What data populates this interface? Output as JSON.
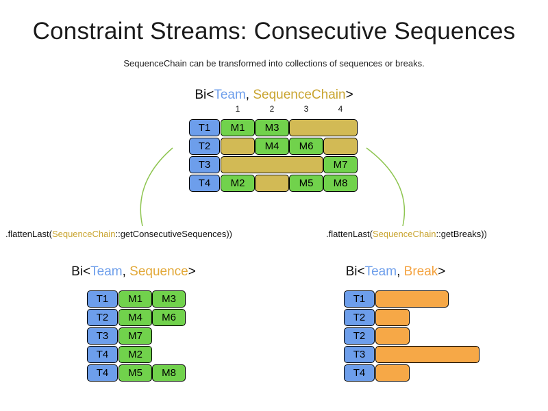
{
  "title": "Constraint Streams: Consecutive Sequences",
  "subtitle": "SequenceChain can be transformed into collections of sequences or breaks.",
  "colors": {
    "team_blue": "#6d9eeb",
    "task_green": "#71d24c",
    "chain_yellow": "#d2ba55",
    "break_orange": "#f6a847",
    "arc_green": "#8ec550",
    "sequence_chain_gold": "#c9a42f",
    "sequence_gold": "#e2a838",
    "break_label_orange": "#f4a340"
  },
  "top": {
    "header": {
      "prefix": "Bi<",
      "team": "Team",
      "comma": ", ",
      "type": "SequenceChain",
      "suffix": ">"
    },
    "columns": [
      "1",
      "2",
      "3",
      "4"
    ],
    "rows": [
      {
        "team": "T1",
        "a": "M1",
        "b": "M3"
      },
      {
        "team": "T2",
        "a": "M4",
        "b": "M6"
      },
      {
        "team": "T3",
        "a": "M7"
      },
      {
        "team": "T4",
        "a": "M2",
        "b": "M5",
        "c": "M8"
      }
    ]
  },
  "left": {
    "transform": {
      "pre": ".flattenLast(",
      "type": "SequenceChain",
      "post": "::getConsecutiveSequences))"
    },
    "header": {
      "prefix": "Bi<",
      "team": "Team",
      "comma": ", ",
      "type": "Sequence",
      "suffix": ">"
    },
    "rows": [
      {
        "team": "T1",
        "tasks": [
          "M1",
          "M3"
        ]
      },
      {
        "team": "T2",
        "tasks": [
          "M4",
          "M6"
        ]
      },
      {
        "team": "T3",
        "tasks": [
          "M7"
        ]
      },
      {
        "team": "T4",
        "tasks": [
          "M2"
        ]
      },
      {
        "team": "T4",
        "tasks": [
          "M5",
          "M8"
        ]
      }
    ]
  },
  "right": {
    "transform": {
      "pre": ".flattenLast(",
      "type": "SequenceChain",
      "post": "::getBreaks))"
    },
    "header": {
      "prefix": "Bi<",
      "team": "Team",
      "comma": ", ",
      "type": "Break",
      "suffix": ">"
    },
    "rows": [
      {
        "team": "T1"
      },
      {
        "team": "T2"
      },
      {
        "team": "T2"
      },
      {
        "team": "T3"
      },
      {
        "team": "T4"
      }
    ]
  }
}
